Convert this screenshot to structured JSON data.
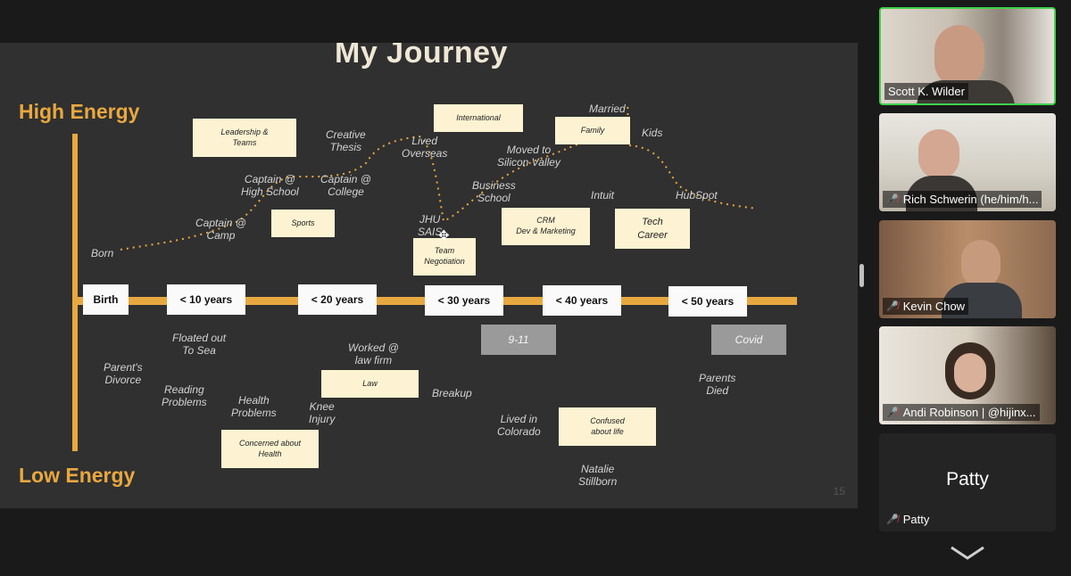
{
  "slide": {
    "title": "My Journey",
    "high_energy": "High Energy",
    "low_energy": "Low Energy",
    "page_number": "15",
    "age_markers": [
      "Birth",
      "< 10 years",
      "< 20 years",
      "< 30 years",
      "< 40 years",
      "< 50 years"
    ],
    "stickies": {
      "leadership": "Leadership &\nTeams",
      "sports": "Sports",
      "international": "International",
      "family": "Family",
      "team_negotiation": "Team\nNegotiation",
      "crm": "CRM\nDev & Marketing",
      "tech_career": "Tech\nCareer",
      "law": "Law",
      "concerned_health": "Concerned about\nHealth",
      "confused": "Confused\nabout life"
    },
    "grey_notes": {
      "nine_eleven": "9-11",
      "covid": "Covid"
    },
    "labels": {
      "born": "Born",
      "captain_camp": "Captain @\nCamp",
      "captain_hs": "Captain @\nHigh School",
      "captain_college": "Captain @\nCollege",
      "creative_thesis": "Creative\nThesis",
      "lived_overseas": "Lived\nOverseas",
      "jhu_sais": "JHU\nSAIS",
      "business_school": "Business\nSchool",
      "moved_sv": "Moved to\nSilicon Valley",
      "married": "Married",
      "kids": "Kids",
      "intuit": "Intuit",
      "hubspot": "HubSpot",
      "floated": "Floated out\nTo Sea",
      "parents_divorce": "Parent's\nDivorce",
      "reading": "Reading\nProblems",
      "health": "Health\nProblems",
      "knee": "Knee\nInjury",
      "worked": "Worked @\nlaw firm",
      "breakup": "Breakup",
      "lived_colorado": "Lived in\nColorado",
      "natalie": "Natalie\nStillborn",
      "parents_died": "Parents\nDied"
    }
  },
  "participants": [
    {
      "name": "Scott K. Wilder",
      "muted": false,
      "active": true
    },
    {
      "name": "Rich Schwerin (he/him/h...",
      "muted": true
    },
    {
      "name": "Kevin Chow",
      "muted": true
    },
    {
      "name": "Andi Robinson | @hijinx...",
      "muted": true
    },
    {
      "name": "Patty",
      "muted": true,
      "video": false,
      "display_name": "Patty"
    }
  ],
  "colors": {
    "accent": "#e8a840",
    "sticky": "#fdf3d2",
    "active_speaker": "#3fd14a",
    "muted": "#e0383e"
  }
}
